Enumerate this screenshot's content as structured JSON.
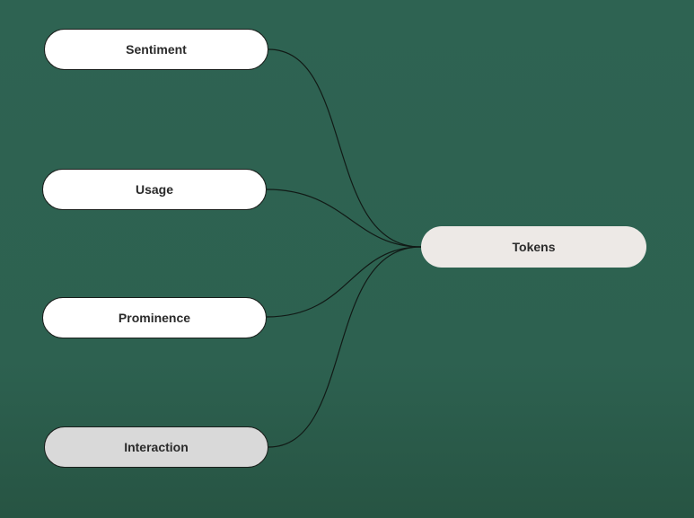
{
  "diagram": {
    "sources": [
      {
        "id": "sentiment",
        "label": "Sentiment"
      },
      {
        "id": "usage",
        "label": "Usage"
      },
      {
        "id": "prominence",
        "label": "Prominence"
      },
      {
        "id": "interaction",
        "label": "Interaction"
      }
    ],
    "target": {
      "id": "tokens",
      "label": "Tokens"
    },
    "edges": [
      {
        "from": "sentiment",
        "to": "tokens"
      },
      {
        "from": "usage",
        "to": "tokens"
      },
      {
        "from": "prominence",
        "to": "tokens"
      },
      {
        "from": "interaction",
        "to": "tokens"
      }
    ],
    "colors": {
      "background": "#2e6352",
      "node_fill": "#ffffff",
      "node_fill_muted": "#d9d9d9",
      "target_fill": "#ede9e6",
      "line": "#111a16"
    }
  }
}
